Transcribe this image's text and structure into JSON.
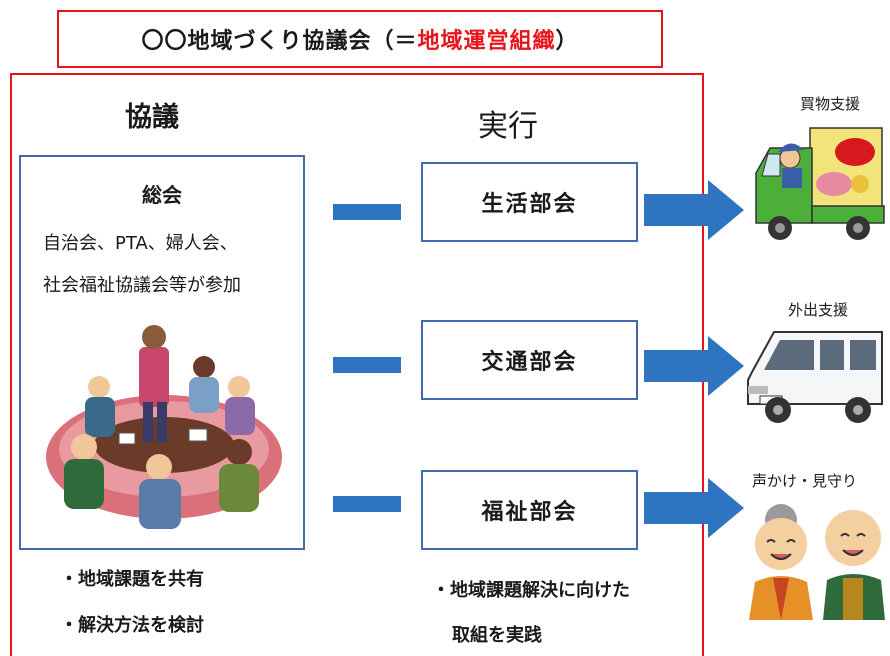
{
  "title": {
    "prefix": "〇〇地域づくり協議会（＝",
    "emphasis": "地域運営組織",
    "suffix": "）"
  },
  "headings": {
    "left": "協議",
    "right": "実行"
  },
  "assembly": {
    "title": "総会",
    "line1": "自治会、PTA、婦人会、",
    "line2": "社会福祉協議会等が参加"
  },
  "divisions": [
    {
      "label": "生活部会"
    },
    {
      "label": "交通部会"
    },
    {
      "label": "福祉部会"
    }
  ],
  "outcomes": [
    {
      "caption": "買物支援"
    },
    {
      "caption": "外出支援"
    },
    {
      "caption": "声かけ・見守り"
    }
  ],
  "bullets_left": [
    "・地域課題を共有",
    "・解決方法を検討"
  ],
  "bullets_right": [
    "・地域課題解決に向けた",
    "取組を実践"
  ],
  "colors": {
    "frame_red": "#e8141b",
    "box_blue": "#3e6cae",
    "arrow_blue": "#2e74c0"
  }
}
